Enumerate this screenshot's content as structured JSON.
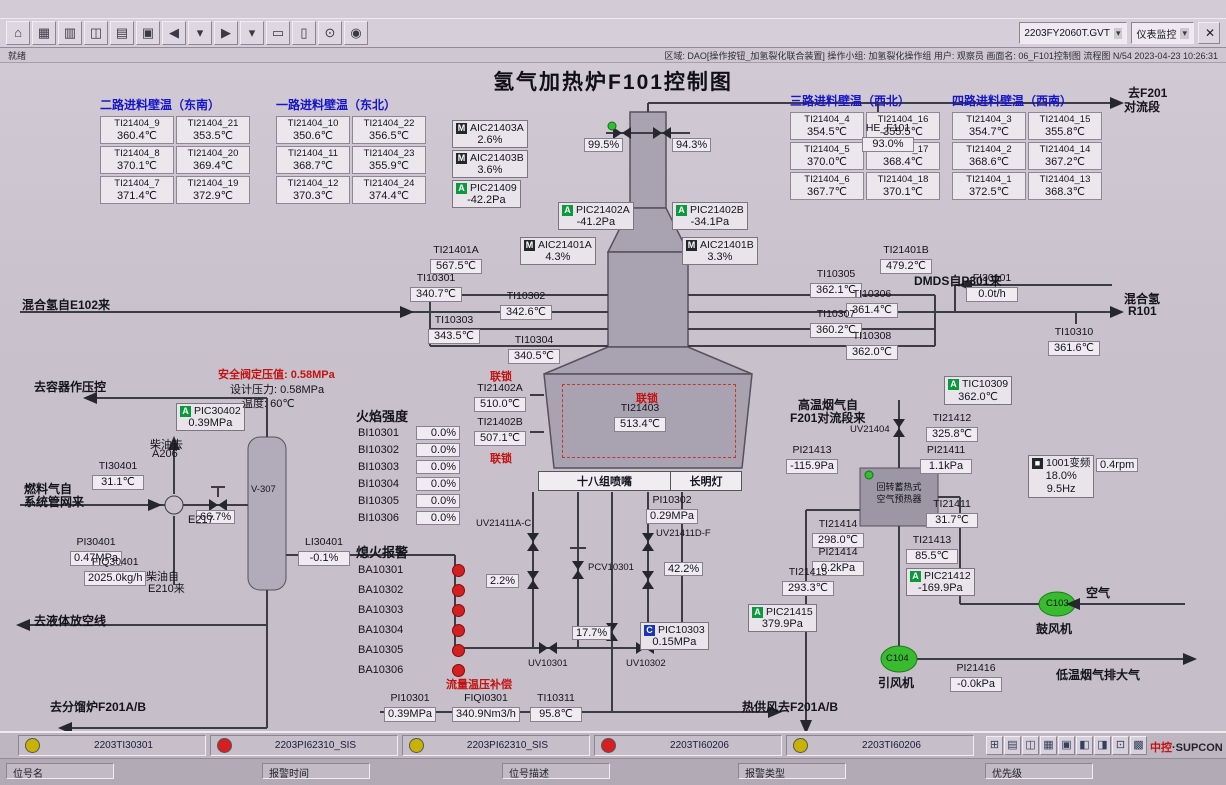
{
  "window": {
    "toolbar": {
      "icons": [
        {
          "name": "home",
          "glyph": "⌂"
        },
        {
          "name": "overview",
          "glyph": "▦"
        },
        {
          "name": "graphics",
          "glyph": "▥"
        },
        {
          "name": "trend",
          "glyph": "◫"
        },
        {
          "name": "faceplate",
          "glyph": "▤"
        },
        {
          "name": "report",
          "glyph": "▣"
        },
        {
          "name": "back",
          "glyph": "◀"
        },
        {
          "name": "back-list",
          "glyph": "▾"
        },
        {
          "name": "forward",
          "glyph": "▶"
        },
        {
          "name": "forward-list",
          "glyph": "▾"
        },
        {
          "name": "page-previous",
          "glyph": "▭"
        },
        {
          "name": "page-next",
          "glyph": "▯"
        },
        {
          "name": "find",
          "glyph": "⊙"
        },
        {
          "name": "alarm-ack",
          "glyph": "◉"
        }
      ],
      "screen_file": "2203FY2060T.GVT",
      "view_mode": "仪表监控",
      "close_glyph": "✕"
    },
    "infobar": {
      "ready": "就绪",
      "session": "区域: DAO[操作按钮_加氢裂化联合装置]  操作小组: 加氢裂化操作组  用户: 观察员  画面名: 06_F101控制图  流程图 N/54  2023-04-23 10:26:31"
    }
  },
  "title": "氢气加热炉F101控制图",
  "wall_groups": [
    {
      "title": "二路进料壁温（东南）",
      "cells": [
        {
          "tag": "TI21404_9",
          "value": "360.4℃"
        },
        {
          "tag": "TI21404_21",
          "value": "353.5℃"
        },
        {
          "tag": "TI21404_8",
          "value": "370.1℃"
        },
        {
          "tag": "TI21404_20",
          "value": "369.4℃"
        },
        {
          "tag": "TI21404_7",
          "value": "371.4℃"
        },
        {
          "tag": "TI21404_19",
          "value": "372.9℃"
        }
      ]
    },
    {
      "title": "一路进料壁温（东北）",
      "cells": [
        {
          "tag": "TI21404_10",
          "value": "350.6℃"
        },
        {
          "tag": "TI21404_22",
          "value": "356.5℃"
        },
        {
          "tag": "TI21404_11",
          "value": "368.7℃"
        },
        {
          "tag": "TI21404_23",
          "value": "355.9℃"
        },
        {
          "tag": "TI21404_12",
          "value": "370.3℃"
        },
        {
          "tag": "TI21404_24",
          "value": "374.4℃"
        }
      ]
    },
    {
      "title": "三路进料壁温（西北）",
      "cells": [
        {
          "tag": "TI21404_4",
          "value": "354.5℃"
        },
        {
          "tag": "TI21404_16",
          "value": "355.5℃"
        },
        {
          "tag": "TI21404_5",
          "value": "370.0℃"
        },
        {
          "tag": "TI21404_17",
          "value": "368.4℃"
        },
        {
          "tag": "TI21404_6",
          "value": "367.7℃"
        },
        {
          "tag": "TI21404_18",
          "value": "370.1℃"
        }
      ]
    },
    {
      "title": "四路进料壁温（西南）",
      "cells": [
        {
          "tag": "TI21404_3",
          "value": "354.7℃"
        },
        {
          "tag": "TI21404_15",
          "value": "355.8℃"
        },
        {
          "tag": "TI21404_2",
          "value": "368.6℃"
        },
        {
          "tag": "TI21404_14",
          "value": "367.2℃"
        },
        {
          "tag": "TI21404_1",
          "value": "372.5℃"
        },
        {
          "tag": "TI21404_13",
          "value": "368.3℃"
        }
      ]
    }
  ],
  "inst": {
    "AIC21403A": {
      "tag": "AIC21403A",
      "value": "2.6%",
      "mode": "M"
    },
    "AIC21403B": {
      "tag": "AIC21403B",
      "value": "3.6%",
      "mode": "M"
    },
    "PIC21409": {
      "tag": "PIC21409",
      "value": "-42.2Pa",
      "mode": "A"
    },
    "damper_a": {
      "value": "99.5%"
    },
    "damper_b": {
      "value": "94.3%"
    },
    "HE_F101": {
      "tag": "HE_F101",
      "value": "93.0%"
    },
    "PIC21402A": {
      "tag": "PIC21402A",
      "value": "-41.2Pa",
      "mode": "A"
    },
    "PIC21402B": {
      "tag": "PIC21402B",
      "value": "-34.1Pa",
      "mode": "A"
    },
    "AIC21401A": {
      "tag": "AIC21401A",
      "value": "4.3%",
      "mode": "M"
    },
    "AIC21401B": {
      "tag": "AIC21401B",
      "value": "3.3%",
      "mode": "M"
    },
    "TI21401A": {
      "tag": "TI21401A",
      "value": "567.5℃"
    },
    "TI21401B": {
      "tag": "TI21401B",
      "value": "479.2℃"
    },
    "TI10301": {
      "tag": "TI10301",
      "value": "340.7℃"
    },
    "TI10302": {
      "tag": "TI10302",
      "value": "342.6℃"
    },
    "TI10303": {
      "tag": "TI10303",
      "value": "343.5℃"
    },
    "TI10304": {
      "tag": "TI10304",
      "value": "340.5℃"
    },
    "TI10305": {
      "tag": "TI10305",
      "value": "362.1℃"
    },
    "TI10306": {
      "tag": "TI10306",
      "value": "361.4℃"
    },
    "TI10307": {
      "tag": "TI10307",
      "value": "360.2℃"
    },
    "TI10308": {
      "tag": "TI10308",
      "value": "362.0℃"
    },
    "FI30101": {
      "tag": "FI30101",
      "value": "0.0t/h"
    },
    "TI10310": {
      "tag": "TI10310",
      "value": "361.6℃"
    },
    "TI21402A": {
      "tag": "TI21402A",
      "value": "510.0℃"
    },
    "TI21402B": {
      "tag": "TI21402B",
      "value": "507.1℃"
    },
    "TI21403": {
      "tag": "TI21403",
      "value": "513.4℃"
    },
    "PI10302": {
      "tag": "PI10302",
      "value": "0.29MPa"
    },
    "PIC10303": {
      "tag": "PIC10303",
      "value": "0.15MPa",
      "mode": "C"
    },
    "uv_ac_pos": {
      "value": "2.2%"
    },
    "uv_df_pos": {
      "value": "42.2%"
    },
    "pcv_pos": {
      "value": "17.7%"
    },
    "PI10301": {
      "tag": "PI10301",
      "value": "0.39MPa"
    },
    "FIQI0301": {
      "tag": "FIQI0301",
      "value": "340.9Nm3/h"
    },
    "TI10311": {
      "tag": "TI10311",
      "value": "95.8℃"
    },
    "PIC30402": {
      "tag": "PIC30402",
      "value": "0.39MPa",
      "mode": "A"
    },
    "TI30401": {
      "tag": "TI30401",
      "value": "31.1℃"
    },
    "e217_pos": {
      "value": "66.7%"
    },
    "PI30401": {
      "tag": "PI30401",
      "value": "0.47MPa"
    },
    "FIQ30401": {
      "tag": "FIQ30401",
      "value": "2025.0kg/h"
    },
    "LI30401": {
      "tag": "LI30401",
      "value": "-0.1%"
    },
    "TIC10309": {
      "tag": "TIC10309",
      "value": "362.0℃",
      "mode": "A"
    },
    "TI21412": {
      "tag": "TI21412",
      "value": "325.8℃"
    },
    "PI21413": {
      "tag": "PI21413",
      "value": "-115.9Pa"
    },
    "PI21411": {
      "tag": "PI21411",
      "value": "1.1kPa"
    },
    "TI21411": {
      "tag": "TI21411",
      "value": "31.7℃"
    },
    "TI21414": {
      "tag": "TI21414",
      "value": "298.0℃"
    },
    "PI21414": {
      "tag": "PI21414",
      "value": "0.2kPa"
    },
    "TI21415": {
      "tag": "TI21415",
      "value": "293.3℃"
    },
    "TI21413": {
      "tag": "TI21413",
      "value": "85.5℃"
    },
    "PIC21412": {
      "tag": "PIC21412",
      "value": "-169.9Pa",
      "mode": "A"
    },
    "PIC21415": {
      "tag": "PIC21415",
      "value": "379.9Pa",
      "mode": "A"
    },
    "PI21416": {
      "tag": "PI21416",
      "value": "-0.0kPa"
    },
    "vfd": {
      "tag": "1001变频",
      "value": "18.0%",
      "hz": "9.5Hz",
      "rpm": "0.4rpm"
    }
  },
  "labels": {
    "to_f201_l1": "去F201",
    "to_f201_l2": "对流段",
    "mix_h2_in": "混合氢自E102来",
    "dmds": "DMDS自P301来",
    "mix_out_l1": "混合氢",
    "mix_out_l2": "R101",
    "interlock": "联锁",
    "nozzles": "十八组喷嘴",
    "pilot": "长明灯",
    "uv21411ac": "UV21411A-C",
    "uv21411df": "UV21411D-F",
    "pcv10301": "PCV10301",
    "uv10301": "UV10301",
    "uv10302": "UV10302",
    "comp": "流量温压补偿",
    "hot_air": "热供风去F201A/B",
    "to_vessel_pc": "去容器作压控",
    "safety_set": "安全阀定压值: 0.58MPa",
    "design_p": "设计压力: 0.58MPa",
    "design_t": "温度: 60℃",
    "diesel_to_l1": "柴油去",
    "diesel_to_l2": "A206",
    "fuelgas_l1": "燃料气自",
    "fuelgas_l2": "系统管网来",
    "e217": "E217",
    "v307": "V-307",
    "diesel_from_l1": "柴油自",
    "diesel_from_l2": "E210来",
    "to_vent": "去液体放空线",
    "to_frac": "去分馏炉F201A/B",
    "hot_flue_l1": "高温烟气自",
    "hot_flue_l2": "F201对流段来",
    "uv21404": "UV21404",
    "preheater_l1": "回转蓄热式",
    "preheater_l2": "空气预热器",
    "c103": "C103",
    "blower": "鼓风机",
    "air": "空气",
    "c104": "C104",
    "idfan": "引风机",
    "flue_out": "低温烟气排大气"
  },
  "flame": {
    "header": "火焰强度",
    "items": [
      {
        "tag": "BI10301",
        "value": "0.0%"
      },
      {
        "tag": "BI10302",
        "value": "0.0%"
      },
      {
        "tag": "BI10303",
        "value": "0.0%"
      },
      {
        "tag": "BI10304",
        "value": "0.0%"
      },
      {
        "tag": "BI10305",
        "value": "0.0%"
      },
      {
        "tag": "BI10306",
        "value": "0.0%"
      }
    ]
  },
  "flameout": {
    "header": "熄火报警",
    "items": [
      "BA10301",
      "BA10302",
      "BA10303",
      "BA10304",
      "BA10305",
      "BA10306"
    ]
  },
  "alarms": [
    {
      "tag": "2203TI30301",
      "level": "yellow"
    },
    {
      "tag": "2203PI62310_SIS",
      "level": "red"
    },
    {
      "tag": "2203PI62310_SIS",
      "level": "yellow"
    },
    {
      "tag": "2203TI60206",
      "level": "red"
    },
    {
      "tag": "2203TI60206",
      "level": "yellow"
    }
  ],
  "bottom_icons": [
    {
      "name": "print",
      "glyph": "⊞"
    },
    {
      "name": "report",
      "glyph": "▤"
    },
    {
      "name": "screens",
      "glyph": "◫"
    },
    {
      "name": "overview",
      "glyph": "▦"
    },
    {
      "name": "trend",
      "glyph": "▣"
    },
    {
      "name": "alarm-list",
      "glyph": "◧"
    },
    {
      "name": "history",
      "glyph": "◨"
    },
    {
      "name": "system",
      "glyph": "⊡"
    },
    {
      "name": "help",
      "glyph": "▩"
    }
  ],
  "bottom_fields": [
    "位号名",
    "报警时间",
    "位号描述",
    "报警类型",
    "优先级"
  ],
  "brand": {
    "cn": "中控",
    "en": "·SUPCON"
  },
  "colors": {
    "background": "#c9c1cb",
    "header_blue": "#1616c8",
    "interlock_red": "#c41212",
    "alarm_red": "#d42020",
    "alarm_yellow": "#c8b400",
    "machine_green": "#38bb2e",
    "mode_auto_green": "#0a9a3c"
  }
}
